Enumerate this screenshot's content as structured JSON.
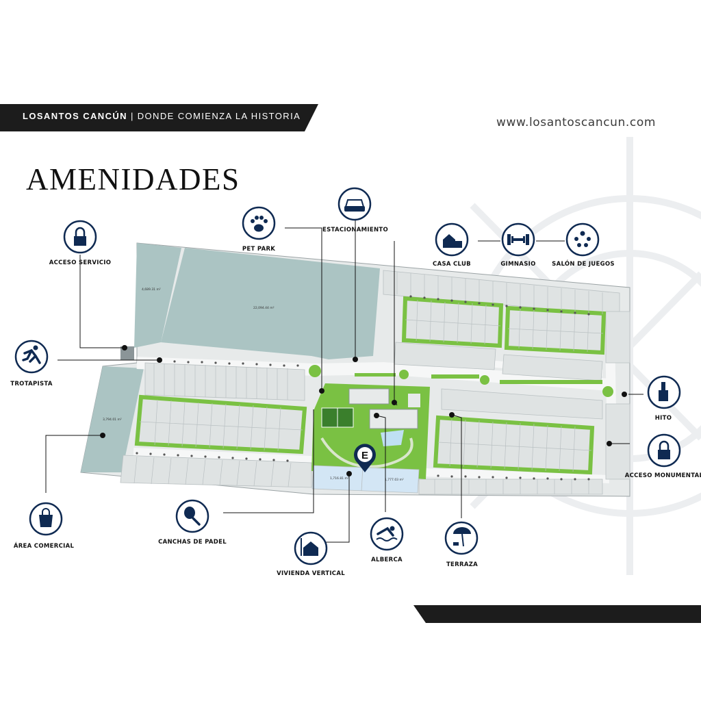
{
  "header": {
    "brand": "LOSANTOS CANCÚN",
    "separator": "|",
    "tagline": "DONDE COMIENZA LA HISTORIA"
  },
  "website": "www.losantoscancun.com",
  "title": "AMENIDADES",
  "colors": {
    "navy": "#0f2a52",
    "green": "#7ac143",
    "lot_gray": "#dfe3e3",
    "large_lot": "#abc4c3",
    "road": "#f4f5f5",
    "water": "#d3e6f5",
    "dark_bar": "#1c1c1c"
  },
  "map": {
    "lot_areas": {
      "top_left": "4,689.31 m²",
      "top_center": "22,094.44 m²",
      "left": "3,794.01 m²",
      "vertical_1": "1,716.81 m²",
      "vertical_2": "1,777.03 m²"
    },
    "marker_letter": "E"
  },
  "amenities": [
    {
      "id": "acceso-servicio",
      "label": "ACCESO SERVICIO",
      "icon": "lock-icon"
    },
    {
      "id": "pet-park",
      "label": "PET PARK",
      "icon": "paw-icon"
    },
    {
      "id": "estacionamiento",
      "label": "ESTACIONAMIENTO",
      "icon": "car-icon"
    },
    {
      "id": "casa-club",
      "label": "CASA CLUB",
      "icon": "clubhouse-icon"
    },
    {
      "id": "gimnasio",
      "label": "GIMNASIO",
      "icon": "dumbbell-icon"
    },
    {
      "id": "salon-de-juegos",
      "label": "SALÓN DE JUEGOS",
      "icon": "games-icon"
    },
    {
      "id": "trotapista",
      "label": "TROTAPISTA",
      "icon": "runner-icon"
    },
    {
      "id": "hito",
      "label": "HITO",
      "icon": "monument-icon"
    },
    {
      "id": "acceso-monumental",
      "label": "ACCESO MONUMENTAL",
      "icon": "lock-icon"
    },
    {
      "id": "area-comercial",
      "label": "ÁREA COMERCIAL",
      "icon": "shopping-bag-icon"
    },
    {
      "id": "canchas-de-padel",
      "label": "CANCHAS DE PADEL",
      "icon": "padel-racket-icon"
    },
    {
      "id": "vivienda-vertical",
      "label": "VIVIENDA VERTICAL",
      "icon": "building-icon"
    },
    {
      "id": "alberca",
      "label": "ALBERCA",
      "icon": "swimmer-icon"
    },
    {
      "id": "terraza",
      "label": "TERRAZA",
      "icon": "umbrella-icon"
    }
  ]
}
